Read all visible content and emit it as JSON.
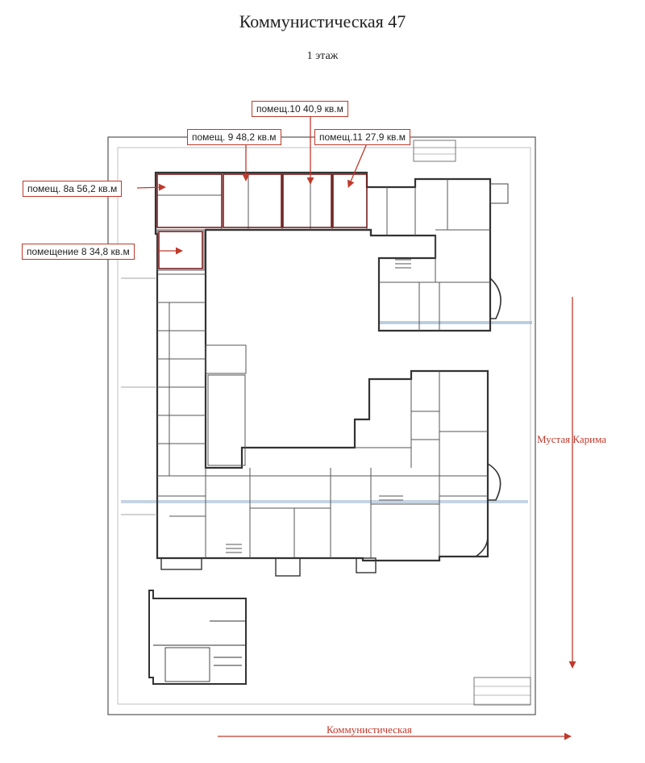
{
  "header": {
    "title": "Коммунистическая 47",
    "floor": "1 этаж"
  },
  "callouts": [
    {
      "id": "room-10",
      "text": "помещ.10  40,9 кв.м"
    },
    {
      "id": "room-9",
      "text": "помещ. 9  48,2 кв.м"
    },
    {
      "id": "room-11",
      "text": "помещ.11  27,9 кв.м"
    },
    {
      "id": "room-8a",
      "text": "помещ. 8а   56,2 кв.м"
    },
    {
      "id": "room-8",
      "text": "помещение 8 34,8 кв.м"
    }
  ],
  "streets": {
    "right": "Мустая Карима",
    "bottom": "Коммунистическая"
  },
  "colors": {
    "accent": "#c0392b",
    "wall": "#333333",
    "thin": "#666666",
    "scan_stripe": "#9fb8cf"
  }
}
